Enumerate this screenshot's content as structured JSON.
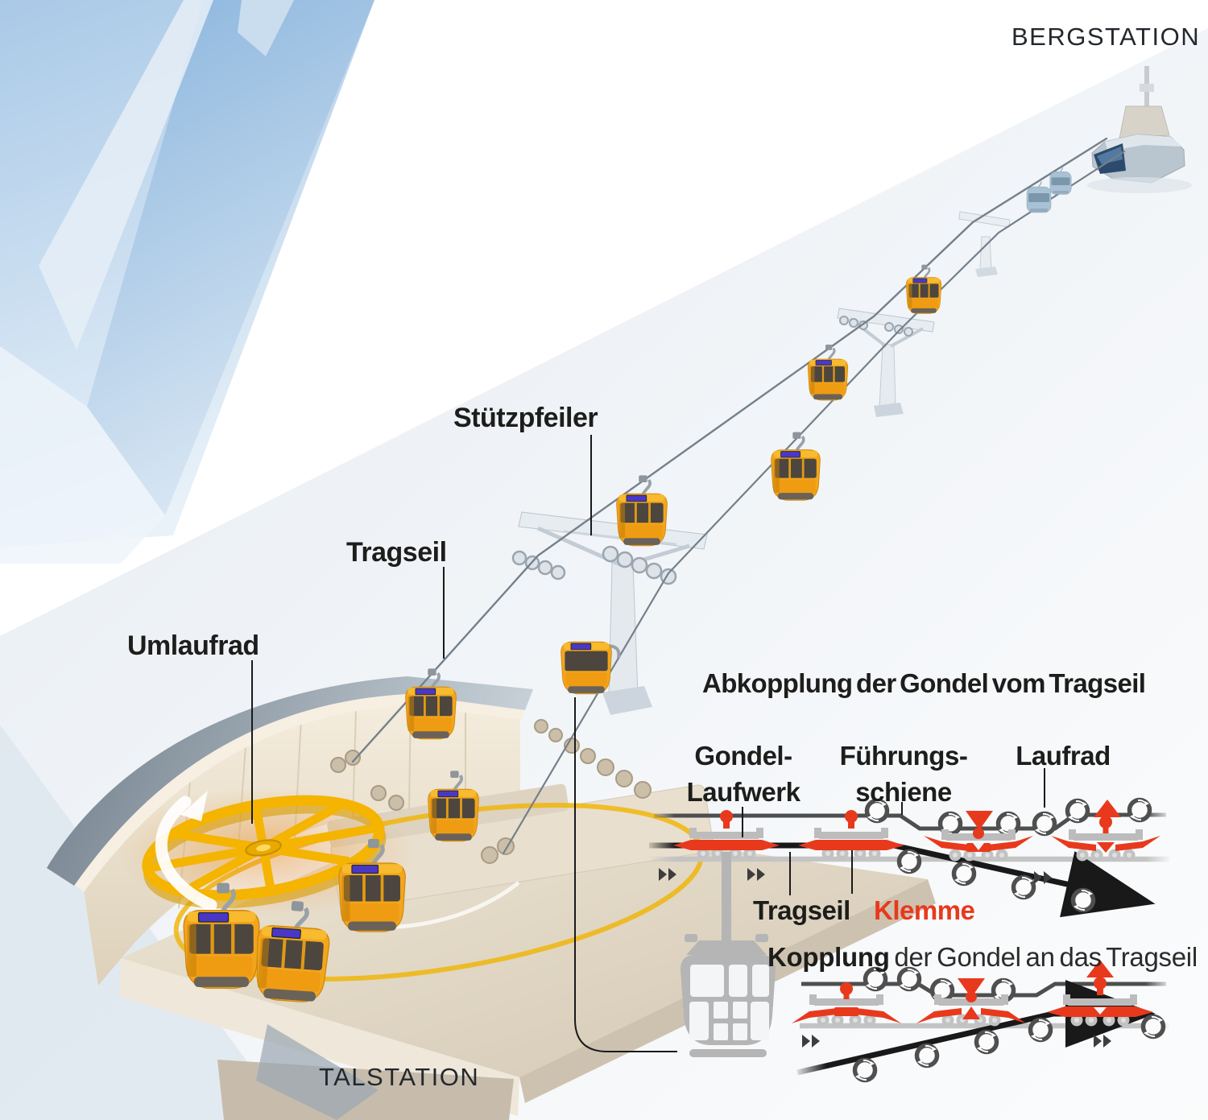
{
  "scene_labels": {
    "bergstation": "BERGSTATION",
    "talstation": "TALSTATION",
    "stuetzpfeiler": "Stützpfeiler",
    "tragseil": "Tragseil",
    "umlaufrad": "Umlaufrad"
  },
  "decoupling_diagram": {
    "title": "Abkopplung der Gondel vom Tragseil",
    "labels": {
      "gondel_laufwerk_line1": "Gondel-",
      "gondel_laufwerk_line2": "Laufwerk",
      "fuehrungsschiene_line1": "Führungs-",
      "fuehrungsschiene_line2": "schiene",
      "laufrad": "Laufrad",
      "tragseil": "Tragseil",
      "klemme": "Klemme"
    }
  },
  "coupling_diagram": {
    "title_bold": "Kopplung",
    "title_rest": " der Gondel an das Tragseil"
  },
  "colors": {
    "accent_red": "#e8391d",
    "cable_black": "#191919",
    "guide_rail_dark": "#4e4e4e",
    "running_rail_light": "#c4c4c4",
    "trolley_gray": "#bcbcbc",
    "gondola_yellow": "#f3a51c",
    "bullwheel_yellow": "#f4b400",
    "glacier_blue": "#8ab5dd",
    "station_beige": "#e9dfce",
    "label_dark": "#1d1d1b"
  }
}
